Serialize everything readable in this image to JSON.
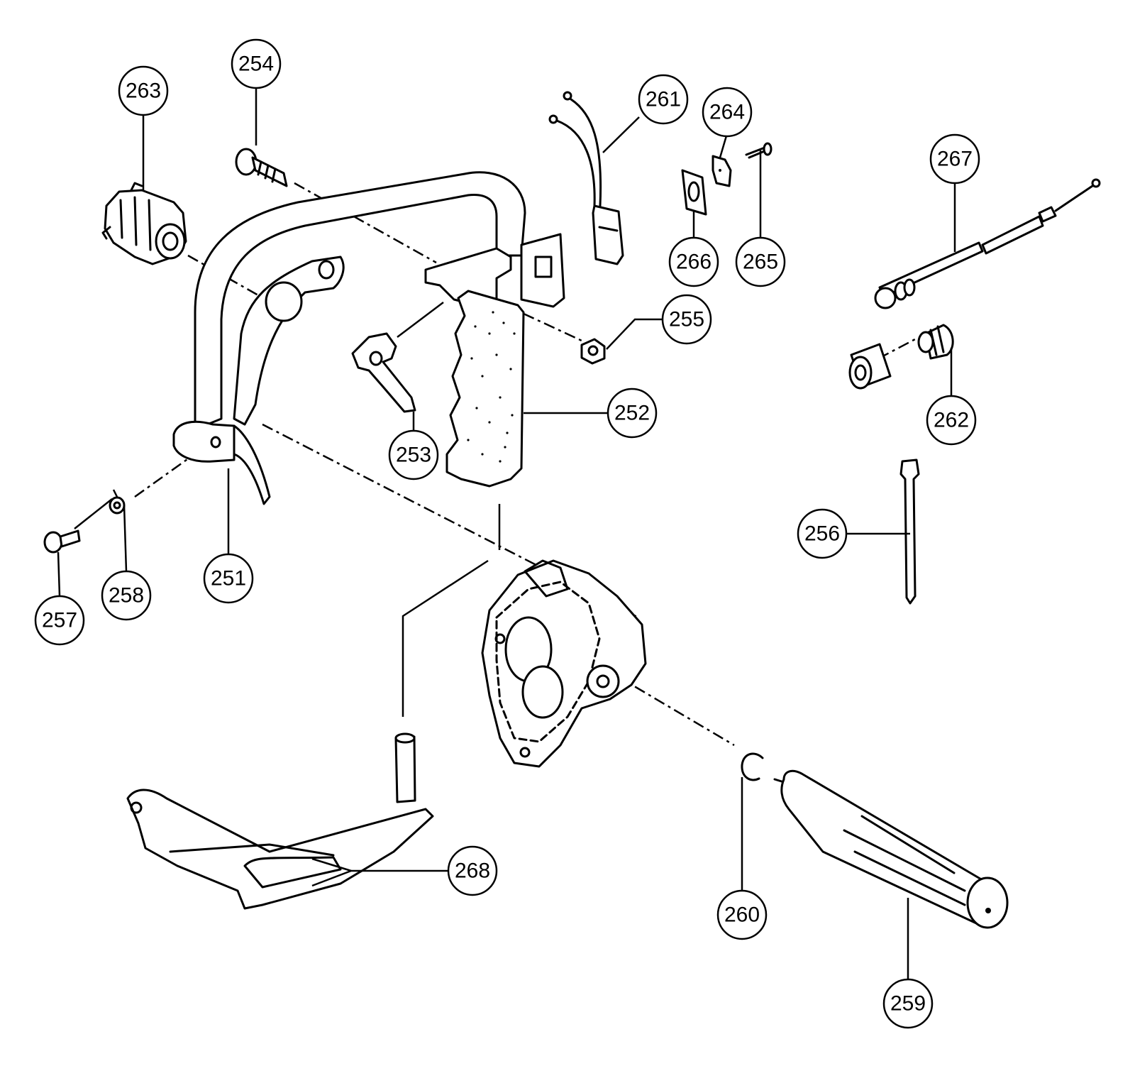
{
  "diagram": {
    "callouts": [
      {
        "id": "c251",
        "label": "251"
      },
      {
        "id": "c252",
        "label": "252"
      },
      {
        "id": "c253",
        "label": "253"
      },
      {
        "id": "c254",
        "label": "254"
      },
      {
        "id": "c255",
        "label": "255"
      },
      {
        "id": "c256",
        "label": "256"
      },
      {
        "id": "c257",
        "label": "257"
      },
      {
        "id": "c258",
        "label": "258"
      },
      {
        "id": "c259",
        "label": "259"
      },
      {
        "id": "c260",
        "label": "260"
      },
      {
        "id": "c261",
        "label": "261"
      },
      {
        "id": "c262",
        "label": "262"
      },
      {
        "id": "c263",
        "label": "263"
      },
      {
        "id": "c264",
        "label": "264"
      },
      {
        "id": "c265",
        "label": "265"
      },
      {
        "id": "c266",
        "label": "266"
      },
      {
        "id": "c267",
        "label": "267"
      },
      {
        "id": "c268",
        "label": "268"
      }
    ]
  }
}
